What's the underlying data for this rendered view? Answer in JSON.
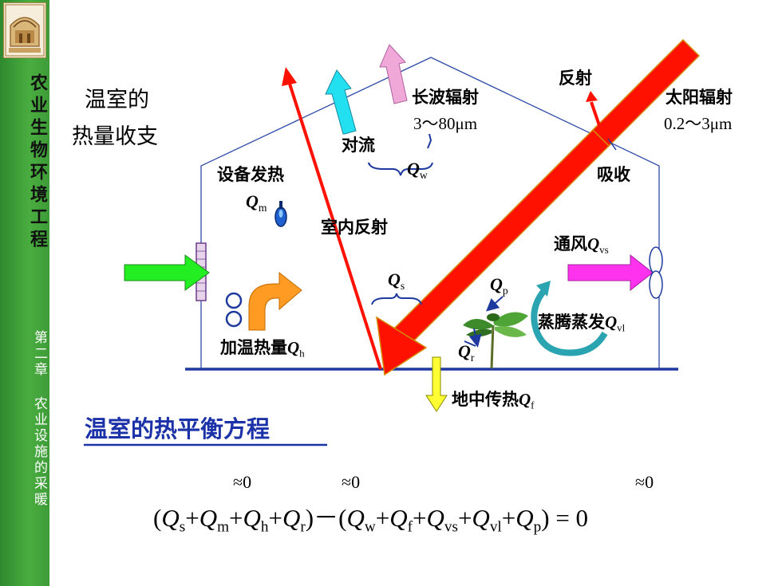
{
  "sidebar": {
    "course_title": "农业生物环境工程",
    "chapter": "第二章 农业设施的采暖"
  },
  "title": {
    "line1": "温室的",
    "line2": "热量收支"
  },
  "labels": {
    "solar": "太阳辐射",
    "solar_range": "0.2～3μm",
    "reflect": "反射",
    "absorb": "吸收",
    "longwave": "长波辐射",
    "longwave_range": "3～80μm",
    "convection": "对流",
    "equipment_heat": "设备发热",
    "indoor_reflect": "室内反射",
    "ventilation": "通风",
    "transpiration": "蒸腾蒸发",
    "heating": "加温热量",
    "ground_heat": "地中传热"
  },
  "symbols": {
    "Q": "Q",
    "m": "m",
    "w": "w",
    "s": "s",
    "p": "p",
    "r": "r",
    "vs": "vs",
    "vl": "vl",
    "h": "h",
    "f": "f"
  },
  "equation_heading": "温室的热平衡方程",
  "equation": {
    "open": "(",
    "plus": "+",
    "minus_open": ")－(",
    "close": ")",
    "equals_zero": " = 0",
    "approx_zero": "≈0"
  },
  "colors": {
    "sidebar_green": "#49ad3f",
    "house_line": "#1f3a9e",
    "solar_beam": "#ff1100",
    "heading_blue": "#1b32a8"
  }
}
